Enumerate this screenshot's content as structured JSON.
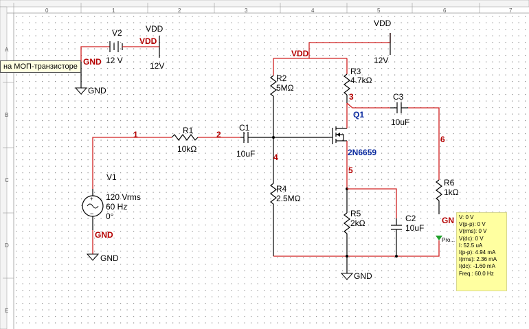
{
  "ruler": {
    "columns": [
      "0",
      "1",
      "2",
      "3",
      "4",
      "5",
      "6",
      "7"
    ],
    "rows": [
      "A",
      "B",
      "C",
      "D",
      "E"
    ]
  },
  "tooltip": "на МОП-транзисторе",
  "components": {
    "v2": {
      "ref": "V2",
      "value": "12 V"
    },
    "vdd_top": {
      "net": "VDD",
      "port": "VDD",
      "port_value": "12V"
    },
    "gnd_left": {
      "net": "GND",
      "symbol": "GND"
    },
    "r1": {
      "ref": "R1",
      "value": "10kΩ"
    },
    "c1": {
      "ref": "C1",
      "value": "10uF"
    },
    "r2": {
      "ref": "R2",
      "value": "5MΩ"
    },
    "r3": {
      "ref": "R3",
      "value": "4.7kΩ"
    },
    "r4": {
      "ref": "R4",
      "value": "2.5MΩ"
    },
    "r5": {
      "ref": "R5",
      "value": "2kΩ"
    },
    "r6": {
      "ref": "R6",
      "value": "1kΩ"
    },
    "c2": {
      "ref": "C2",
      "value": "10uF"
    },
    "c3": {
      "ref": "C3",
      "value": "10uF"
    },
    "q1": {
      "ref": "Q1",
      "model": "2N6659"
    },
    "v1": {
      "ref": "V1",
      "amplitude": "120 Vrms",
      "freq": "60 Hz",
      "phase": "0°"
    },
    "vdd_main": {
      "net": "VDD",
      "port": "VDD",
      "port_value": "12V"
    },
    "gnd_v1": {
      "net": "GND",
      "symbol": "GND"
    },
    "gnd_bottom": {
      "symbol": "GND"
    },
    "gnd_right": {
      "net": "GN",
      "probe_label": "Pro..."
    }
  },
  "nodes": {
    "n1": "1",
    "n2": "2",
    "n3": "3",
    "n4": "4",
    "n5": "5",
    "n6": "6"
  },
  "probe": [
    "V: 0 V",
    "V(p-p): 0 V",
    "V(rms): 0 V",
    "V(dc): 0 V",
    "I: 52.5 uA",
    "I(p-p): 4.94 mA",
    "I(rms): 2.36 mA",
    "I(dc): -1.60 mA",
    "Freq.: 60.0 Hz"
  ]
}
